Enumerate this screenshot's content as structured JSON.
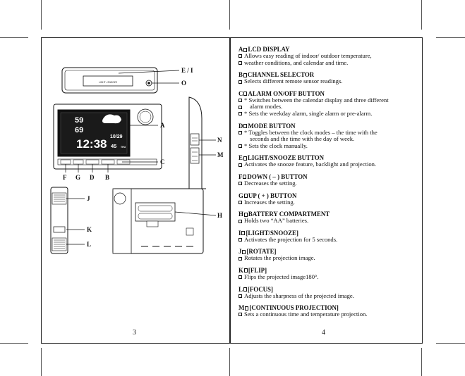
{
  "page": {
    "left_page_number": "3",
    "right_page_number": "4"
  },
  "diagram": {
    "top_view_button_label": "LIGHT • SNOOZE",
    "lcd": {
      "indoor_temp": "59",
      "outdoor_temp": "69",
      "time": "12:38",
      "date": "10/29",
      "seconds": "45",
      "weekday": "THU"
    },
    "callouts": [
      "E / I",
      "O",
      "A",
      "N",
      "M",
      "C",
      "F",
      "G",
      "D",
      "B",
      "J",
      "K",
      "L",
      "H"
    ]
  },
  "sections": [
    {
      "letter": "A",
      "title": "LCD DISPLAY",
      "bullets": [
        {
          "text": "Allows easy reading of indoor/ outdoor temperature,",
          "box": true
        },
        {
          "text": "weather conditions, and calendar and time.",
          "box": true
        }
      ]
    },
    {
      "letter": "B",
      "title": "CHANNEL SELECTOR",
      "bullets": [
        {
          "text": "Selects different remote sensor readings.",
          "box": true
        }
      ]
    },
    {
      "letter": "C",
      "title": "ALARM ON/OFF BUTTON",
      "bullets": [
        {
          "text": "* Switches between the calendar display and three different",
          "box": true
        },
        {
          "text": "alarm modes.",
          "box": true,
          "indent": true
        },
        {
          "text": "* Sets the weekday alarm, single alarm or pre-alarm.",
          "box": true
        }
      ]
    },
    {
      "letter": "D",
      "title": "MODE BUTTON",
      "bullets": [
        {
          "text": "* Toggles between the clock modes – the time with the",
          "box": true
        },
        {
          "text": "seconds and the time with the day of week.",
          "box": false,
          "indent": true
        },
        {
          "text": "* Sets the clock manually.",
          "box": true
        }
      ]
    },
    {
      "letter": "E",
      "title": "LIGHT/SNOOZE BUTTON",
      "bullets": [
        {
          "text": "Activates the snooze feature, backlight and projection.",
          "box": true
        }
      ]
    },
    {
      "letter": "F",
      "title": "DOWN ( – ) BUTTON",
      "bullets": [
        {
          "text": "Decreases the setting.",
          "box": true
        }
      ]
    },
    {
      "letter": "G",
      "title": "UP ( + ) BUTTON",
      "bullets": [
        {
          "text": "Increases the setting.",
          "box": true
        }
      ]
    },
    {
      "letter": "H",
      "title": "BATTERY COMPARTMENT",
      "bullets": [
        {
          "text": "Holds two “AA” batteries.",
          "box": true
        }
      ]
    },
    {
      "letter": "I",
      "title": "[LIGHT/SNOOZE]",
      "bullets": [
        {
          "text": "Activates the projection for 5 seconds.",
          "box": true
        }
      ]
    },
    {
      "letter": "J",
      "title": "[ROTATE]",
      "bullets": [
        {
          "text": "Rotates the projection image.",
          "box": true
        }
      ]
    },
    {
      "letter": "K",
      "title": "[FLIP]",
      "bullets": [
        {
          "text": "Flips the projected image180°.",
          "box": true
        }
      ]
    },
    {
      "letter": "L",
      "title": "[FOCUS]",
      "bullets": [
        {
          "text": "Adjusts the sharpness of the projected image.",
          "box": true
        }
      ]
    },
    {
      "letter": "M",
      "title": "[CONTINUOUS PROJECTION]",
      "bullets": [
        {
          "text": "Sets a continuous time and temperature projection.",
          "box": true
        }
      ]
    }
  ]
}
